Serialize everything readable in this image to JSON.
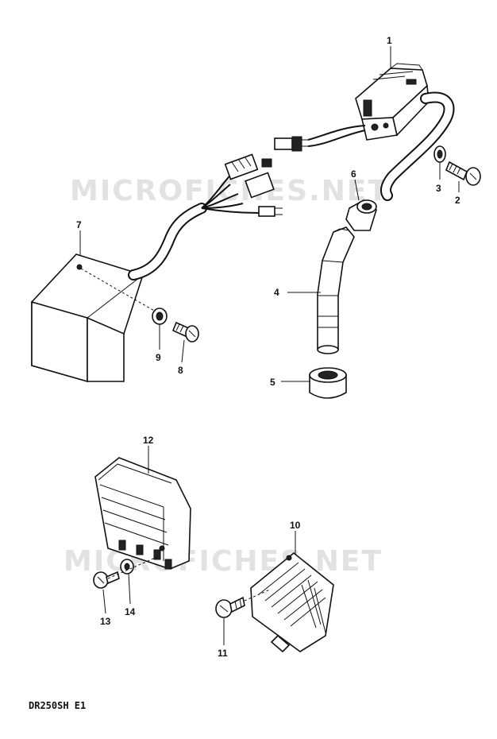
{
  "watermarks": [
    "MICROFICHES.NET",
    "MICROFICHES.NET"
  ],
  "footer_code": "DR250SH E1",
  "callouts": [
    "1",
    "2",
    "3",
    "4",
    "5",
    "6",
    "7",
    "8",
    "9",
    "10",
    "11",
    "12",
    "13",
    "14"
  ]
}
